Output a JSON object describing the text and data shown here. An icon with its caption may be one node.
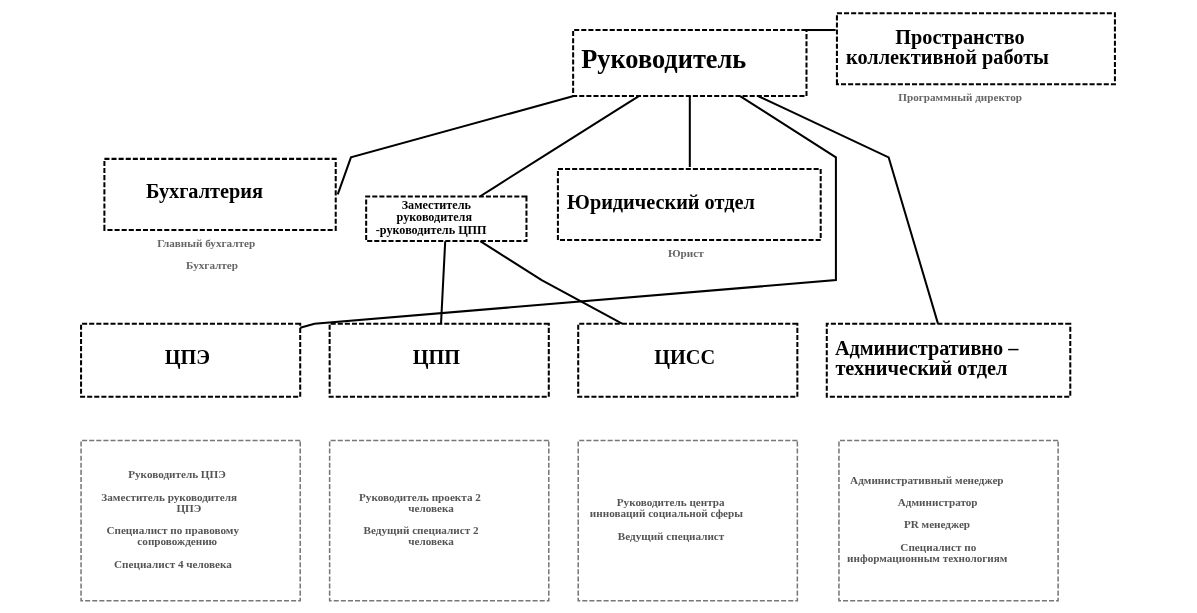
{
  "diagram": {
    "nodes": [
      {
        "text": [
          "Руководитель"
        ]
      },
      {
        "text": [
          "Бухгалтерия"
        ],
        "beside": [
          "Главный бухгалтер",
          "Бухгалтер"
        ]
      },
      {
        "text": [
          "Пространство коллективной работы"
        ],
        "beside": [
          "Программный директор"
        ]
      },
      {
        "text": [
          "Заместитель руководителя -руководитель ЦПП"
        ]
      },
      {
        "text": [
          "Юридический отдел"
        ],
        "beside": [
          "Юрист"
        ]
      },
      {
        "text": [
          "ЦПЭ"
        ]
      },
      {
        "text": [
          "ЦПП"
        ]
      },
      {
        "text": [
          "ЦИСС"
        ]
      },
      {
        "text": [
          "Административно – технический отдел"
        ]
      },
      {
        "text": [
          "Руководитель ЦПЭ",
          "Заместитель руководителя ЦПЭ",
          "Специалист по правовому сопровождению",
          "Специалист 4 человека"
        ]
      },
      {
        "text": [
          "Руководитель проекта 2 человека",
          "Ведущий специалист 2 человека"
        ]
      },
      {
        "text": [
          "Руководитель центра инноваций социальной сферы",
          "Ведущий специалист"
        ]
      },
      {
        "text": [
          "Административный менеджер",
          "Администратор",
          "PR менеджер",
          "Специалист по информационным технологиям"
        ]
      }
    ],
    "edges": [
      {
        "from": 0,
        "to": 1,
        "arrow": "none"
      },
      {
        "from": 0,
        "to": 2,
        "arrow": "none"
      },
      {
        "from": 0,
        "to": 4,
        "arrow": "none"
      },
      {
        "from": 0,
        "to": 3,
        "arrow": "none"
      },
      {
        "from": 0,
        "to": 5,
        "arrow": "none"
      },
      {
        "from": 0,
        "to": 8,
        "arrow": "none"
      },
      {
        "from": 3,
        "to": 6,
        "arrow": "none"
      },
      {
        "from": 3,
        "to": 7,
        "arrow": "none"
      }
    ]
  }
}
